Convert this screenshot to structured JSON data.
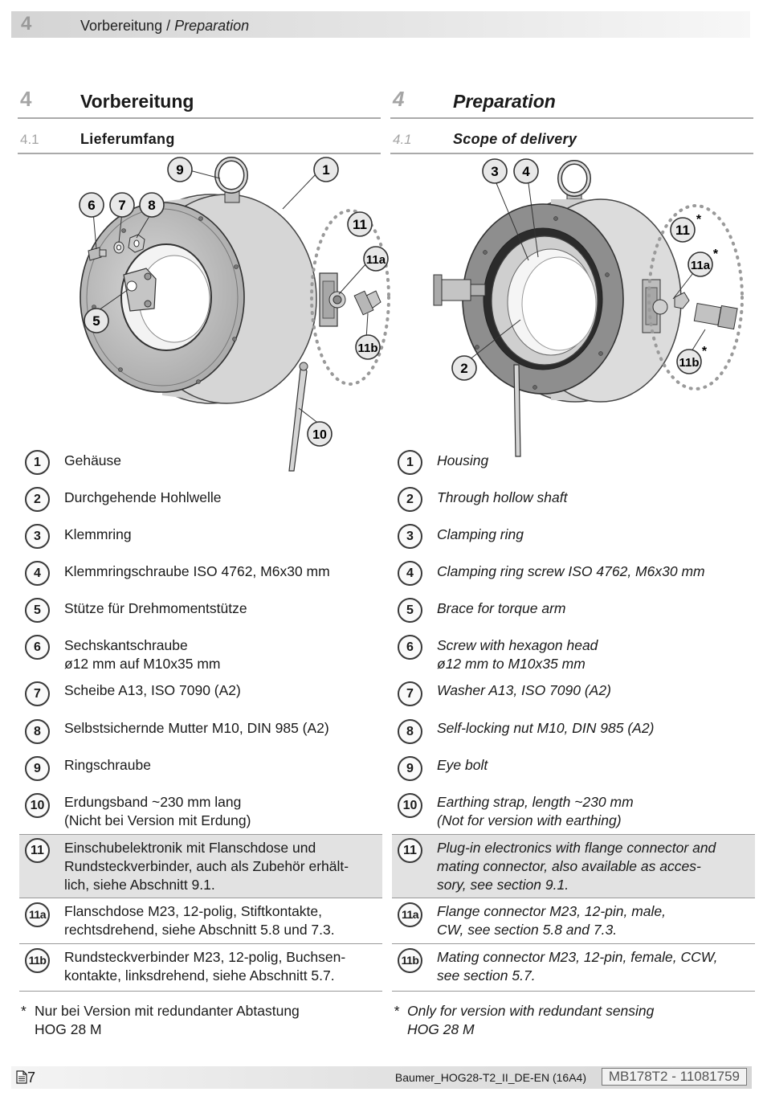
{
  "header": {
    "chapter_number": "4",
    "title_de": "Vorbereitung",
    "title_sep": " / ",
    "title_en": "Preparation"
  },
  "left": {
    "section_number": "4",
    "section_title": "Vorbereitung",
    "subsection_number": "4.1",
    "subsection_title": "Lieferumfang",
    "figure_callouts": [
      "9",
      "1",
      "6",
      "7",
      "8",
      "11",
      "11a",
      "5",
      "11b",
      "10"
    ],
    "items": [
      {
        "num": "1",
        "text": "Gehäuse"
      },
      {
        "num": "2",
        "text": "Durchgehende Hohlwelle"
      },
      {
        "num": "3",
        "text": "Klemmring"
      },
      {
        "num": "4",
        "text": "Klemmringschraube ISO 4762, M6x30 mm"
      },
      {
        "num": "5",
        "text": "Stütze für Drehmomentstütze"
      },
      {
        "num": "6",
        "text": "Sechskantschraube\nø12 mm auf M10x35 mm"
      },
      {
        "num": "7",
        "text": "Scheibe A13, ISO 7090 (A2)"
      },
      {
        "num": "8",
        "text": "Selbstsichernde Mutter M10, DIN 985 (A2)"
      },
      {
        "num": "9",
        "text": "Ringschraube"
      },
      {
        "num": "10",
        "text": "Erdungsband ~230 mm lang\n(Nicht bei Version mit Erdung)"
      },
      {
        "num": "11",
        "text": "Einschubelektronik mit Flanschdose und\nRundsteckverbinder, auch als Zubehör erhält-\nlich, siehe Abschnitt 9.1."
      },
      {
        "num": "11a",
        "text": "Flanschdose M23, 12-polig, Stiftkontakte,\nrechtsdrehend, siehe Abschnitt 5.8 und 7.3."
      },
      {
        "num": "11b",
        "text": "Rundsteckverbinder M23, 12-polig, Buchsen-\nkontakte, linksdrehend, siehe Abschnitt 5.7."
      }
    ],
    "note_star": "*",
    "note": "Nur bei Version mit redundanter Abtastung\nHOG 28 M"
  },
  "right": {
    "section_number": "4",
    "section_title": "Preparation",
    "subsection_number": "4.1",
    "subsection_title": "Scope of delivery",
    "figure_callouts": [
      "3",
      "4",
      "11",
      "*",
      "11a",
      "*",
      "2",
      "11b",
      "*"
    ],
    "items": [
      {
        "num": "1",
        "text": "Housing"
      },
      {
        "num": "2",
        "text": "Through hollow shaft"
      },
      {
        "num": "3",
        "text": "Clamping ring"
      },
      {
        "num": "4",
        "text": "Clamping ring screw ISO 4762, M6x30 mm"
      },
      {
        "num": "5",
        "text": "Brace for torque arm"
      },
      {
        "num": "6",
        "text": "Screw with hexagon head\nø12 mm to M10x35 mm"
      },
      {
        "num": "7",
        "text": "Washer A13, ISO 7090 (A2)"
      },
      {
        "num": "8",
        "text": "Self-locking nut M10, DIN 985 (A2)"
      },
      {
        "num": "9",
        "text": "Eye bolt"
      },
      {
        "num": "10",
        "text": "Earthing strap, length ~230 mm\n(Not for version with earthing)"
      },
      {
        "num": "11",
        "text": "Plug-in electronics with flange connector and\nmating connector, also available as acces-\nsory, see section 9.1."
      },
      {
        "num": "11a",
        "text": "Flange connector M23, 12-pin, male,\nCW, see section 5.8 and 7.3."
      },
      {
        "num": "11b",
        "text": "Mating connector M23, 12-pin, female, CCW,\nsee section 5.7."
      }
    ],
    "note_star": "*",
    "note": "Only for version with redundant sensing\nHOG 28 M"
  },
  "footer": {
    "page": "7",
    "document": "Baumer_HOG28-T2_II_DE-EN  (16A4)",
    "code": "MB178T2 - 11081759"
  }
}
